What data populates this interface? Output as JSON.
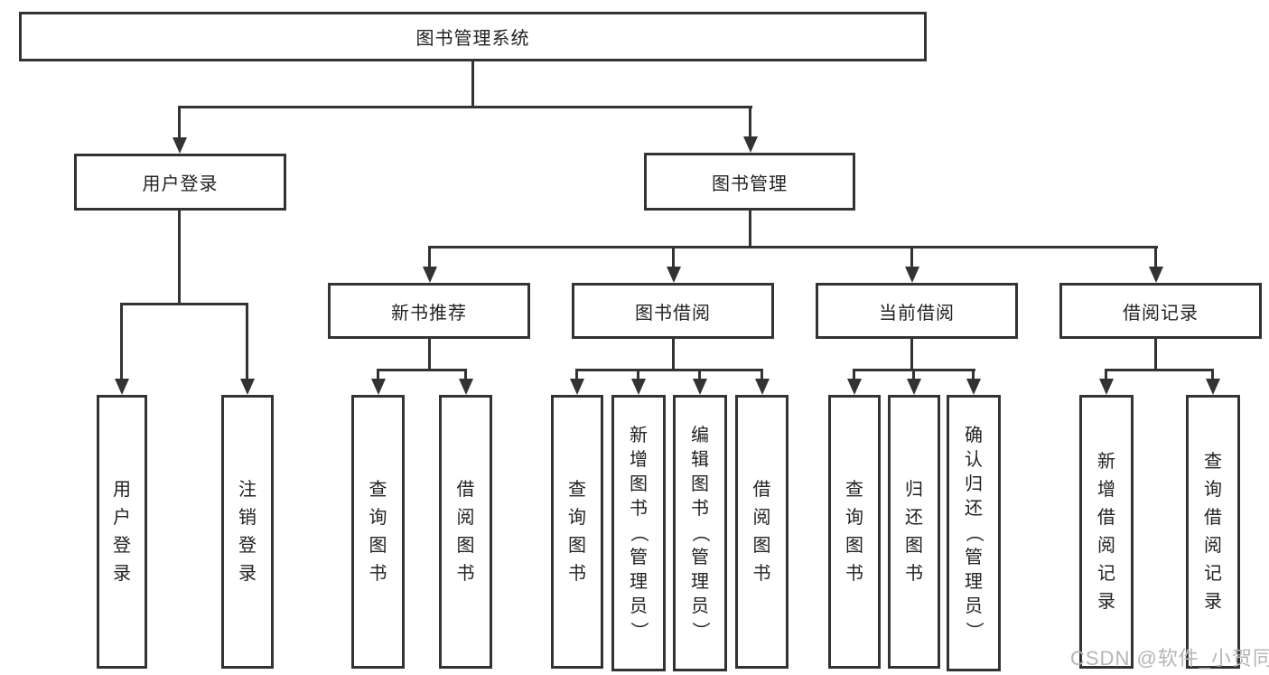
{
  "diagram": {
    "tree": {
      "label": "图书管理系统",
      "children": [
        {
          "label": "用户登录",
          "children": [
            {
              "label": "用户登录"
            },
            {
              "label": "注销登录"
            }
          ]
        },
        {
          "label": "图书管理",
          "children": [
            {
              "label": "新书推荐",
              "children": [
                {
                  "label": "查询图书"
                },
                {
                  "label": "借阅图书"
                }
              ]
            },
            {
              "label": "图书借阅",
              "children": [
                {
                  "label": "查询图书"
                },
                {
                  "label": "新增图书（管理员）"
                },
                {
                  "label": "编辑图书（管理员）"
                },
                {
                  "label": "借阅图书"
                }
              ]
            },
            {
              "label": "当前借阅",
              "children": [
                {
                  "label": "查询图书"
                },
                {
                  "label": "归还图书"
                },
                {
                  "label": "确认归还（管理员）"
                }
              ]
            },
            {
              "label": "借阅记录",
              "children": [
                {
                  "label": "新增借阅记录"
                },
                {
                  "label": "查询借阅记录"
                }
              ]
            }
          ]
        }
      ]
    },
    "watermark": {
      "text": "CSDN @软件_小贺同学"
    },
    "colors": {
      "line": "#333333",
      "text": "#222222",
      "node_fill": "#ffffff",
      "watermark": "#b5b5b5",
      "background": "#ffffff"
    }
  }
}
